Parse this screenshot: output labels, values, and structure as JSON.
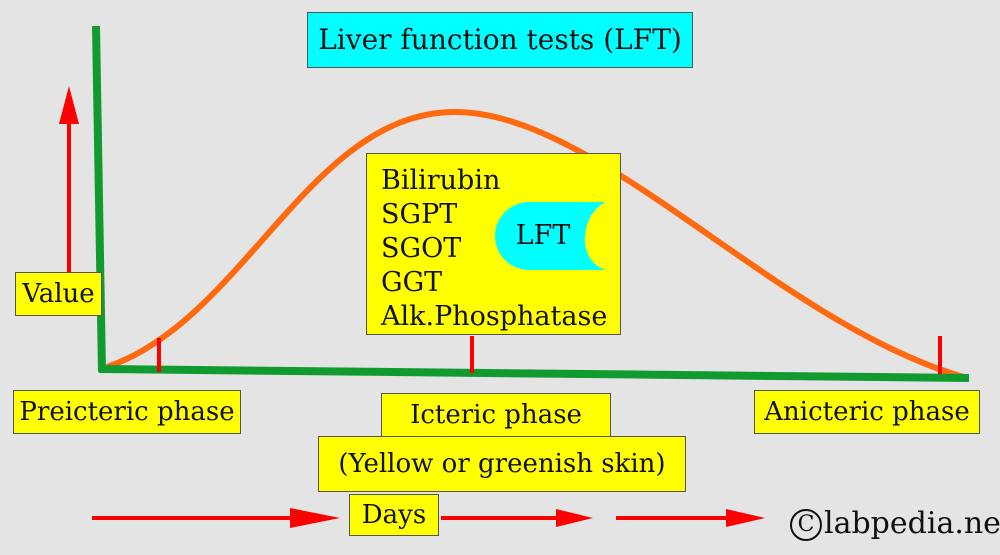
{
  "title": "Liver function tests (LFT)",
  "y_label": "Value",
  "tests": {
    "items": [
      "Bilirubin",
      "SGPT",
      "SGOT",
      "GGT",
      "Alk.Phosphatase"
    ],
    "badge": "LFT"
  },
  "phases": {
    "preicteric": "Preicteric phase",
    "icteric": "Icteric phase",
    "icteric_note": "(Yellow or greenish skin)",
    "anicteric": "Anicteric phase"
  },
  "x_label": "Days",
  "copyright": {
    "symbol": "C",
    "text": "labpedia.net"
  },
  "colors": {
    "background": "#e4e4e4",
    "axis": "#119a2e",
    "curve": "#ff6a10",
    "arrow": "#ff0000",
    "label_box": "#ffff00",
    "title_box": "#00ffff"
  }
}
